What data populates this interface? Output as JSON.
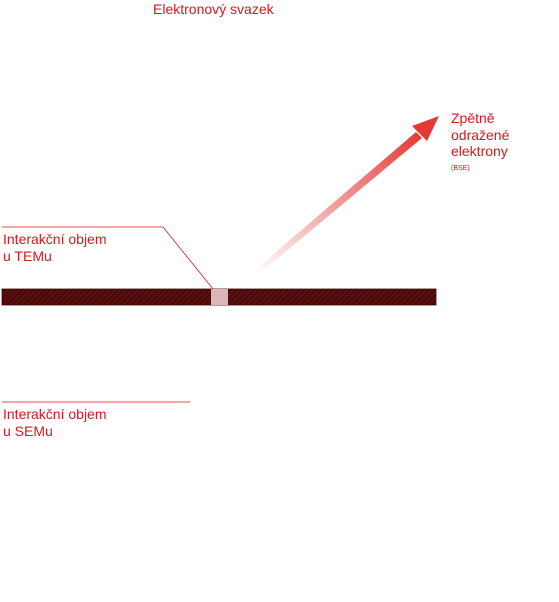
{
  "beam": {
    "label": "Elektronový svazek"
  },
  "bse": {
    "line1": "Zpětně",
    "line2": "odražené",
    "line3": "elektrony",
    "abbr": "(BSE)"
  },
  "tem": {
    "line1": "Interakční objem",
    "line2": "u TEMu"
  },
  "sem": {
    "line1": "Interakční objem",
    "line2": "u SEMu"
  },
  "colors": {
    "accent": "#d71920",
    "sample": "#4a0b0b",
    "arrow": "#e53935",
    "interaction": "#d9b7b7"
  }
}
